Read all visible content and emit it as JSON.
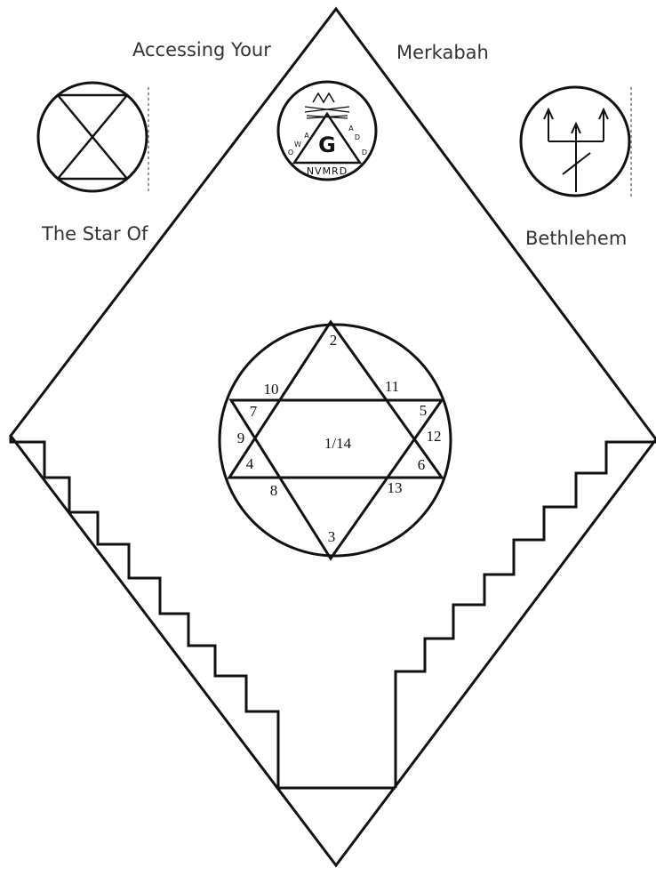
{
  "captions": {
    "top_left": "Accessing Your",
    "top_right": "Merkabah",
    "bottom_left": "The Star Of",
    "bottom_right": "Bethlehem"
  },
  "center_seal": {
    "letter": "G",
    "base_text": "NVMRD",
    "left_side": [
      "O",
      "W",
      "A"
    ],
    "right_side": [
      "A",
      "D",
      "D"
    ]
  },
  "star_labels": {
    "top": "2",
    "upper_left": "10",
    "upper_right": "11",
    "left_upper": "7",
    "left_mid": "9",
    "left_lower": "4",
    "center": "1/14",
    "right_upper": "5",
    "right_mid": "12",
    "right_lower": "6",
    "lower_left": "8",
    "lower_right": "13",
    "bottom": "3"
  }
}
